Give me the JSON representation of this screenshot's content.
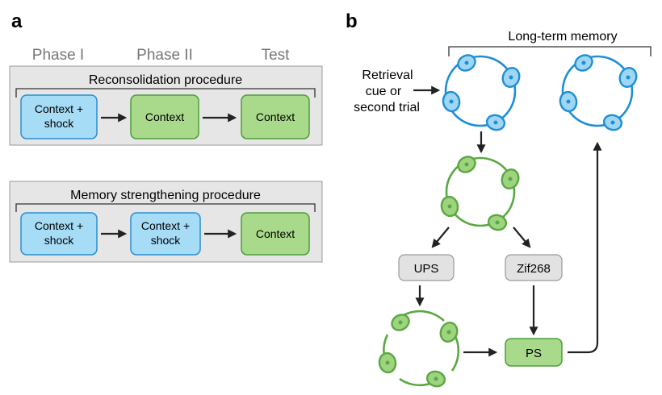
{
  "panel_a": {
    "letter": "a",
    "phases": [
      "Phase I",
      "Phase II",
      "Test"
    ],
    "procedures": [
      {
        "title": "Reconsolidation procedure",
        "steps": [
          {
            "lines": [
              "Context +",
              "shock"
            ],
            "kind": "blue"
          },
          {
            "lines": [
              "Context"
            ],
            "kind": "green"
          },
          {
            "lines": [
              "Context"
            ],
            "kind": "green"
          }
        ]
      },
      {
        "title": "Memory strengthening procedure",
        "steps": [
          {
            "lines": [
              "Context +",
              "shock"
            ],
            "kind": "blue"
          },
          {
            "lines": [
              "Context +",
              "shock"
            ],
            "kind": "blue"
          },
          {
            "lines": [
              "Context"
            ],
            "kind": "green"
          }
        ]
      }
    ]
  },
  "panel_b": {
    "letter": "b",
    "bracket_label": "Long-term memory",
    "retrieval_cue": [
      "Retrieval",
      "cue or",
      "second trial"
    ],
    "ups_label": "UPS",
    "zif268_label": "Zif268",
    "ps_label": "PS"
  },
  "colors": {
    "blue_fill": "#a6dcf6",
    "blue_stroke": "#2a8fd0",
    "green_fill": "#a9d98a",
    "green_stroke": "#4d9e3a",
    "neuron_blue": "#1e8fd6",
    "neuron_green": "#5aa842",
    "panel_bg": "#e6e6e6",
    "grey_box": "#e2e2e2"
  }
}
